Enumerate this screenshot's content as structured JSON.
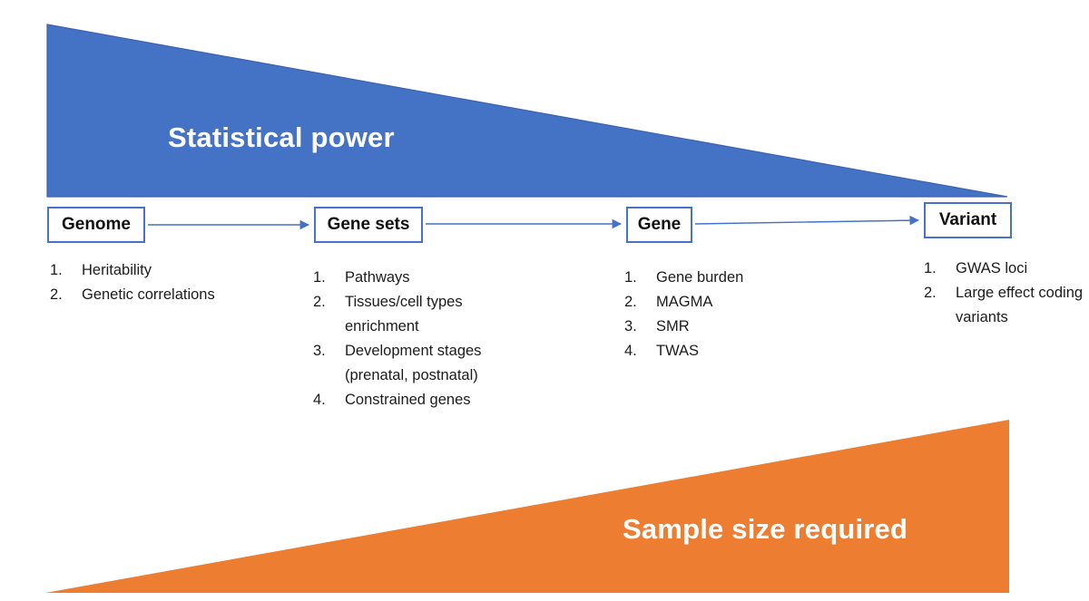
{
  "slide": {
    "top_band": {
      "label": "Statistical power",
      "color": "#4472C4",
      "border_color": "#3a63ae"
    },
    "bottom_band": {
      "label": "Sample size required",
      "color": "#ED7D31"
    },
    "arrow_color": "#4472C4",
    "columns": [
      {
        "box_label": "Genome",
        "items": [
          {
            "num": "1.",
            "text": "Heritability"
          },
          {
            "num": "2.",
            "text": "Genetic correlations"
          }
        ]
      },
      {
        "box_label": "Gene sets",
        "items": [
          {
            "num": "1.",
            "text": "Pathways"
          },
          {
            "num": "2.",
            "text": "Tissues/cell types enrichment"
          },
          {
            "num": "3.",
            "text": "Development stages (prenatal, postnatal)"
          },
          {
            "num": "4.",
            "text": "Constrained genes"
          }
        ]
      },
      {
        "box_label": "Gene",
        "items": [
          {
            "num": "1.",
            "text": "Gene burden"
          },
          {
            "num": "2.",
            "text": "MAGMA"
          },
          {
            "num": "3.",
            "text": "SMR"
          },
          {
            "num": "4.",
            "text": "TWAS"
          }
        ]
      },
      {
        "box_label": "Variant",
        "items": [
          {
            "num": "1.",
            "text": "GWAS loci"
          },
          {
            "num": "2.",
            "text": "Large effect coding variants"
          }
        ]
      }
    ]
  }
}
